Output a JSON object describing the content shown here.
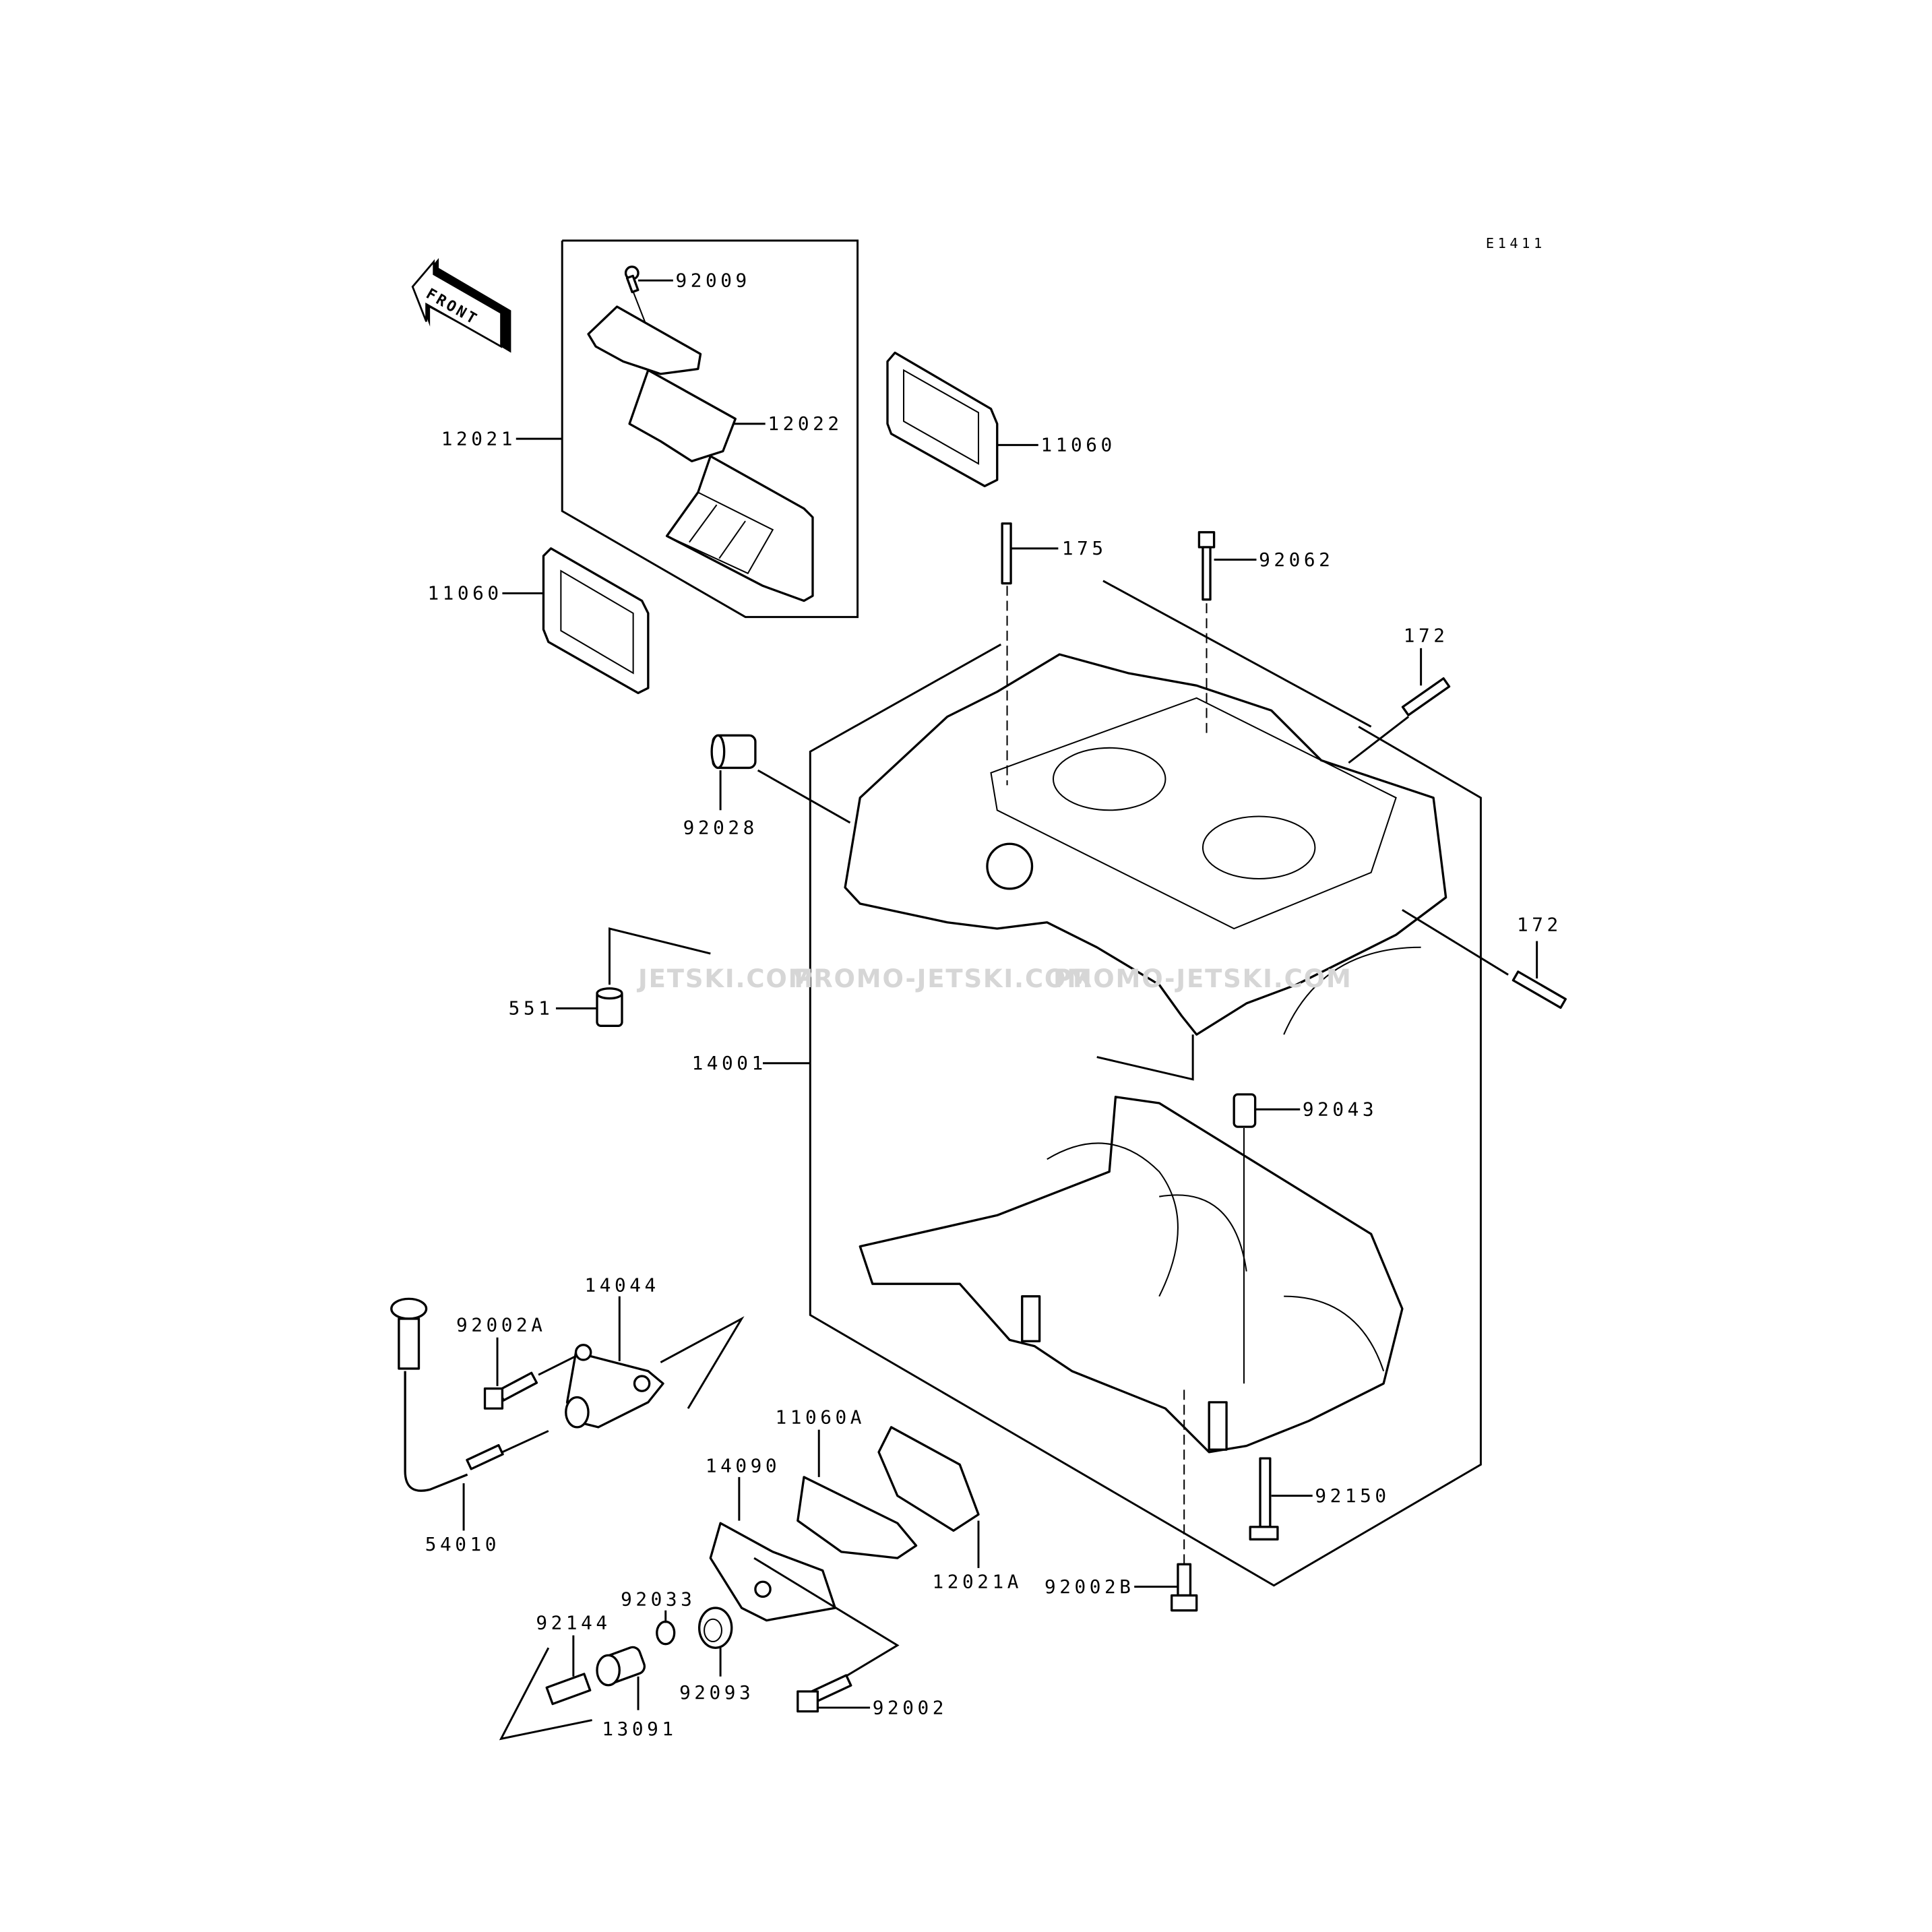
{
  "diagram_code": "E1411",
  "front_arrow": "FRONT",
  "watermark": [
    "JETSKI.COM",
    "PROMO-JETSKI.COM",
    "PROMO-JETSKI.COM"
  ],
  "callouts": {
    "p92009": "92009",
    "p12022": "12022",
    "p12021": "12021",
    "p11060_top": "11060",
    "p11060_left": "11060",
    "p175": "175",
    "p92062": "92062",
    "p172_top": "172",
    "p92028": "92028",
    "p172_right": "172",
    "p551": "551",
    "p14001": "14001",
    "p92043": "92043",
    "p14044": "14044",
    "p92002A": "92002A",
    "p11060A": "11060A",
    "p14090": "14090",
    "p92150": "92150",
    "p54010": "54010",
    "p12021A": "12021A",
    "p92002B": "92002B",
    "p92033": "92033",
    "p92144": "92144",
    "p92093": "92093",
    "p92002": "92002",
    "p13091": "13091"
  }
}
